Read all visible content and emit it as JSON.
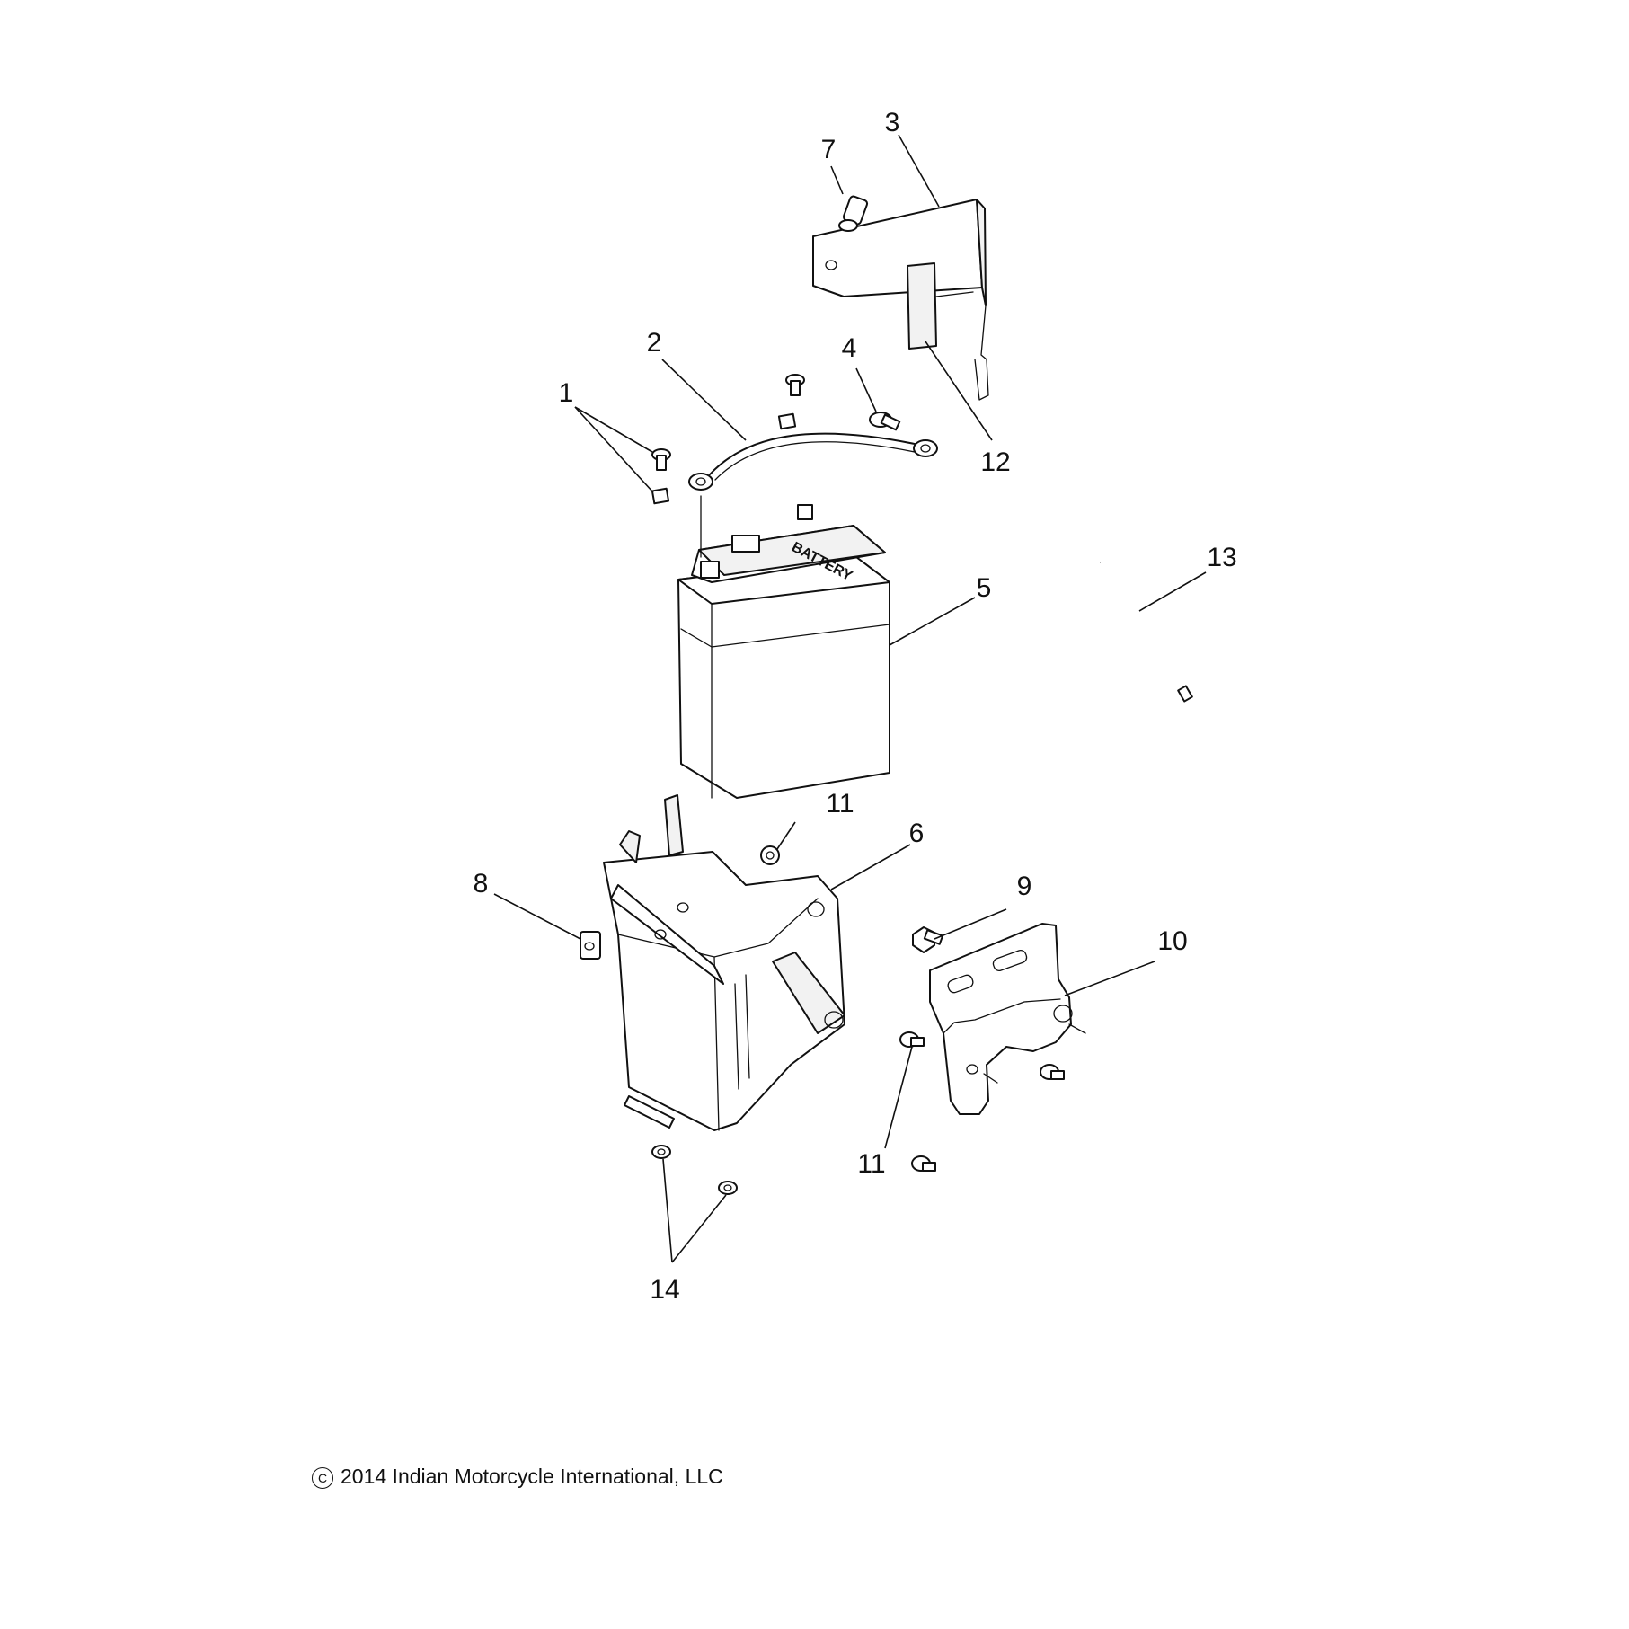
{
  "diagram": {
    "battery_label": "BATTERY",
    "callouts": [
      "1",
      "2",
      "3",
      "4",
      "5",
      "6",
      "7",
      "8",
      "9",
      "10",
      "11",
      "11",
      "12",
      "13",
      "14"
    ]
  },
  "footer": {
    "copyright_symbol": "C",
    "copyright_text": "2014 Indian Motorcycle International, LLC"
  }
}
